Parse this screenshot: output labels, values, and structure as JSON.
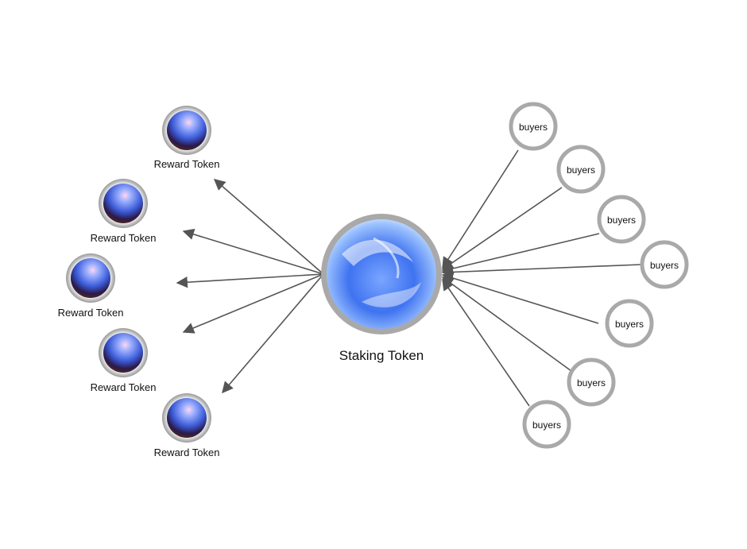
{
  "center": {
    "label": "Staking Token"
  },
  "rewards": [
    {
      "label": "Reward Token"
    },
    {
      "label": "Reward Token"
    },
    {
      "label": "Reward Token"
    },
    {
      "label": "Reward Token"
    },
    {
      "label": "Reward Token"
    }
  ],
  "buyers": [
    {
      "label": "buyers"
    },
    {
      "label": "buyers"
    },
    {
      "label": "buyers"
    },
    {
      "label": "buyers"
    },
    {
      "label": "buyers"
    },
    {
      "label": "buyers"
    },
    {
      "label": "buyers"
    }
  ],
  "colors": {
    "arrow": "#555555",
    "ring": "#a9a9a9",
    "sphere_blue": "#3b5bd8",
    "sphere_dark": "#3a1f12"
  }
}
